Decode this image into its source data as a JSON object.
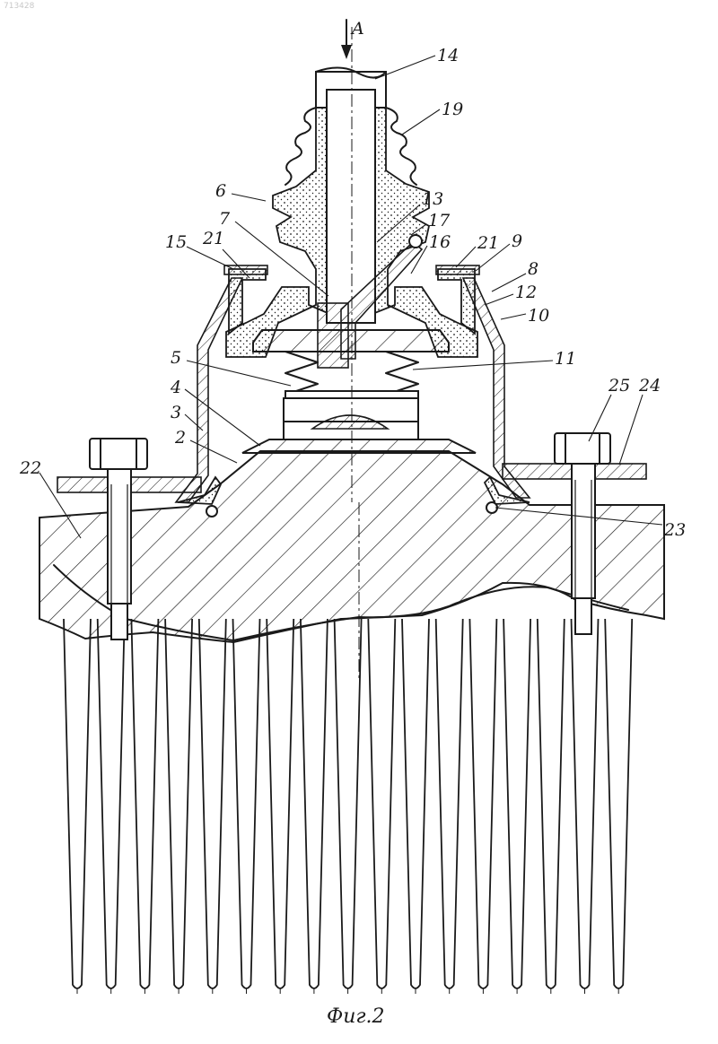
{
  "corner_code": "713428",
  "arrow_label": "A",
  "caption": "Фиг.2",
  "labels": [
    "14",
    "19",
    "6",
    "13",
    "7",
    "17",
    "16",
    "21",
    "9",
    "15",
    "21",
    "8",
    "12",
    "10",
    "5",
    "11",
    "4",
    "3",
    "2",
    "25",
    "24",
    "22",
    "23"
  ]
}
